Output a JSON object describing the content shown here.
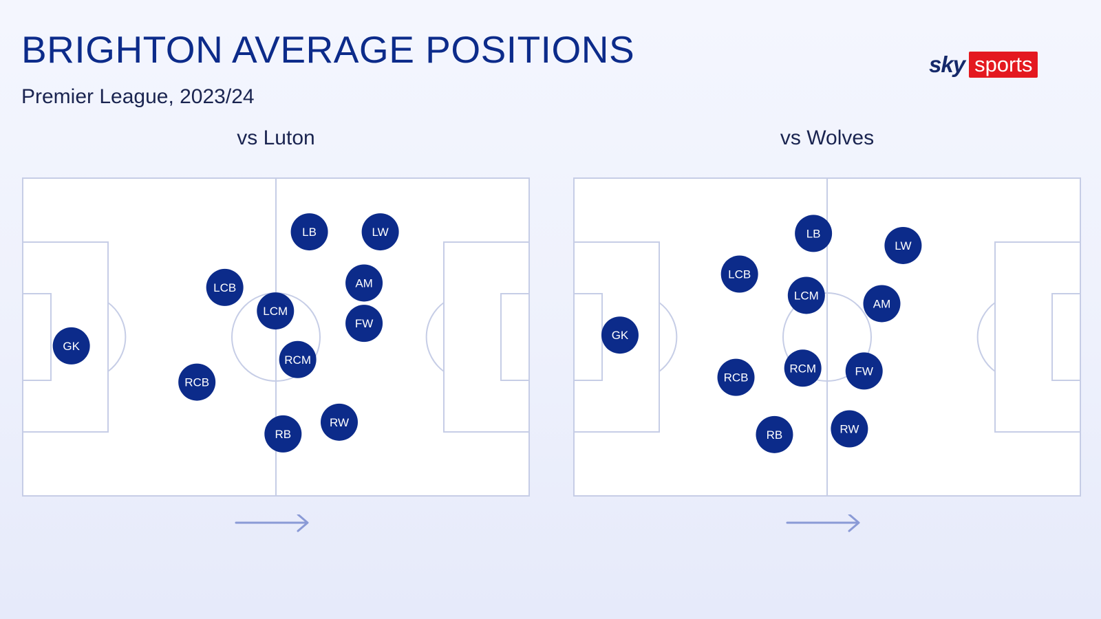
{
  "header": {
    "title": "BRIGHTON AVERAGE POSITIONS",
    "subtitle": "Premier League, 2023/24"
  },
  "logo": {
    "sky": "sky",
    "sports": "sports"
  },
  "colors": {
    "player": "#0c2b8a",
    "pitch_lines": "#c6cde6",
    "title": "#0c2b8a",
    "logo_red": "#e4191f",
    "arrow": "#8a9ad6"
  },
  "chart_data": [
    {
      "type": "scatter",
      "title": "vs Luton",
      "direction": "left-to-right",
      "players": [
        {
          "label": "GK",
          "x": 9.6,
          "y": 52.8
        },
        {
          "label": "LCB",
          "x": 39.9,
          "y": 34.4
        },
        {
          "label": "RCB",
          "x": 34.4,
          "y": 64.2
        },
        {
          "label": "LB",
          "x": 56.6,
          "y": 16.9
        },
        {
          "label": "RB",
          "x": 51.4,
          "y": 80.5
        },
        {
          "label": "LCM",
          "x": 49.9,
          "y": 41.8
        },
        {
          "label": "RCM",
          "x": 54.3,
          "y": 57.1
        },
        {
          "label": "AM",
          "x": 67.4,
          "y": 33.0
        },
        {
          "label": "LW",
          "x": 70.6,
          "y": 16.9
        },
        {
          "label": "RW",
          "x": 62.5,
          "y": 76.8
        },
        {
          "label": "FW",
          "x": 67.4,
          "y": 45.7
        }
      ]
    },
    {
      "type": "scatter",
      "title": "vs Wolves",
      "direction": "left-to-right",
      "players": [
        {
          "label": "GK",
          "x": 9.1,
          "y": 49.4
        },
        {
          "label": "LCB",
          "x": 32.7,
          "y": 30.2
        },
        {
          "label": "RCB",
          "x": 32.0,
          "y": 62.7
        },
        {
          "label": "LB",
          "x": 47.3,
          "y": 17.4
        },
        {
          "label": "RB",
          "x": 39.6,
          "y": 80.7
        },
        {
          "label": "LCM",
          "x": 45.9,
          "y": 36.9
        },
        {
          "label": "RCM",
          "x": 45.2,
          "y": 59.8
        },
        {
          "label": "AM",
          "x": 60.8,
          "y": 39.5
        },
        {
          "label": "LW",
          "x": 65.0,
          "y": 21.2
        },
        {
          "label": "RW",
          "x": 54.4,
          "y": 78.9
        },
        {
          "label": "FW",
          "x": 57.3,
          "y": 60.7
        }
      ]
    }
  ]
}
